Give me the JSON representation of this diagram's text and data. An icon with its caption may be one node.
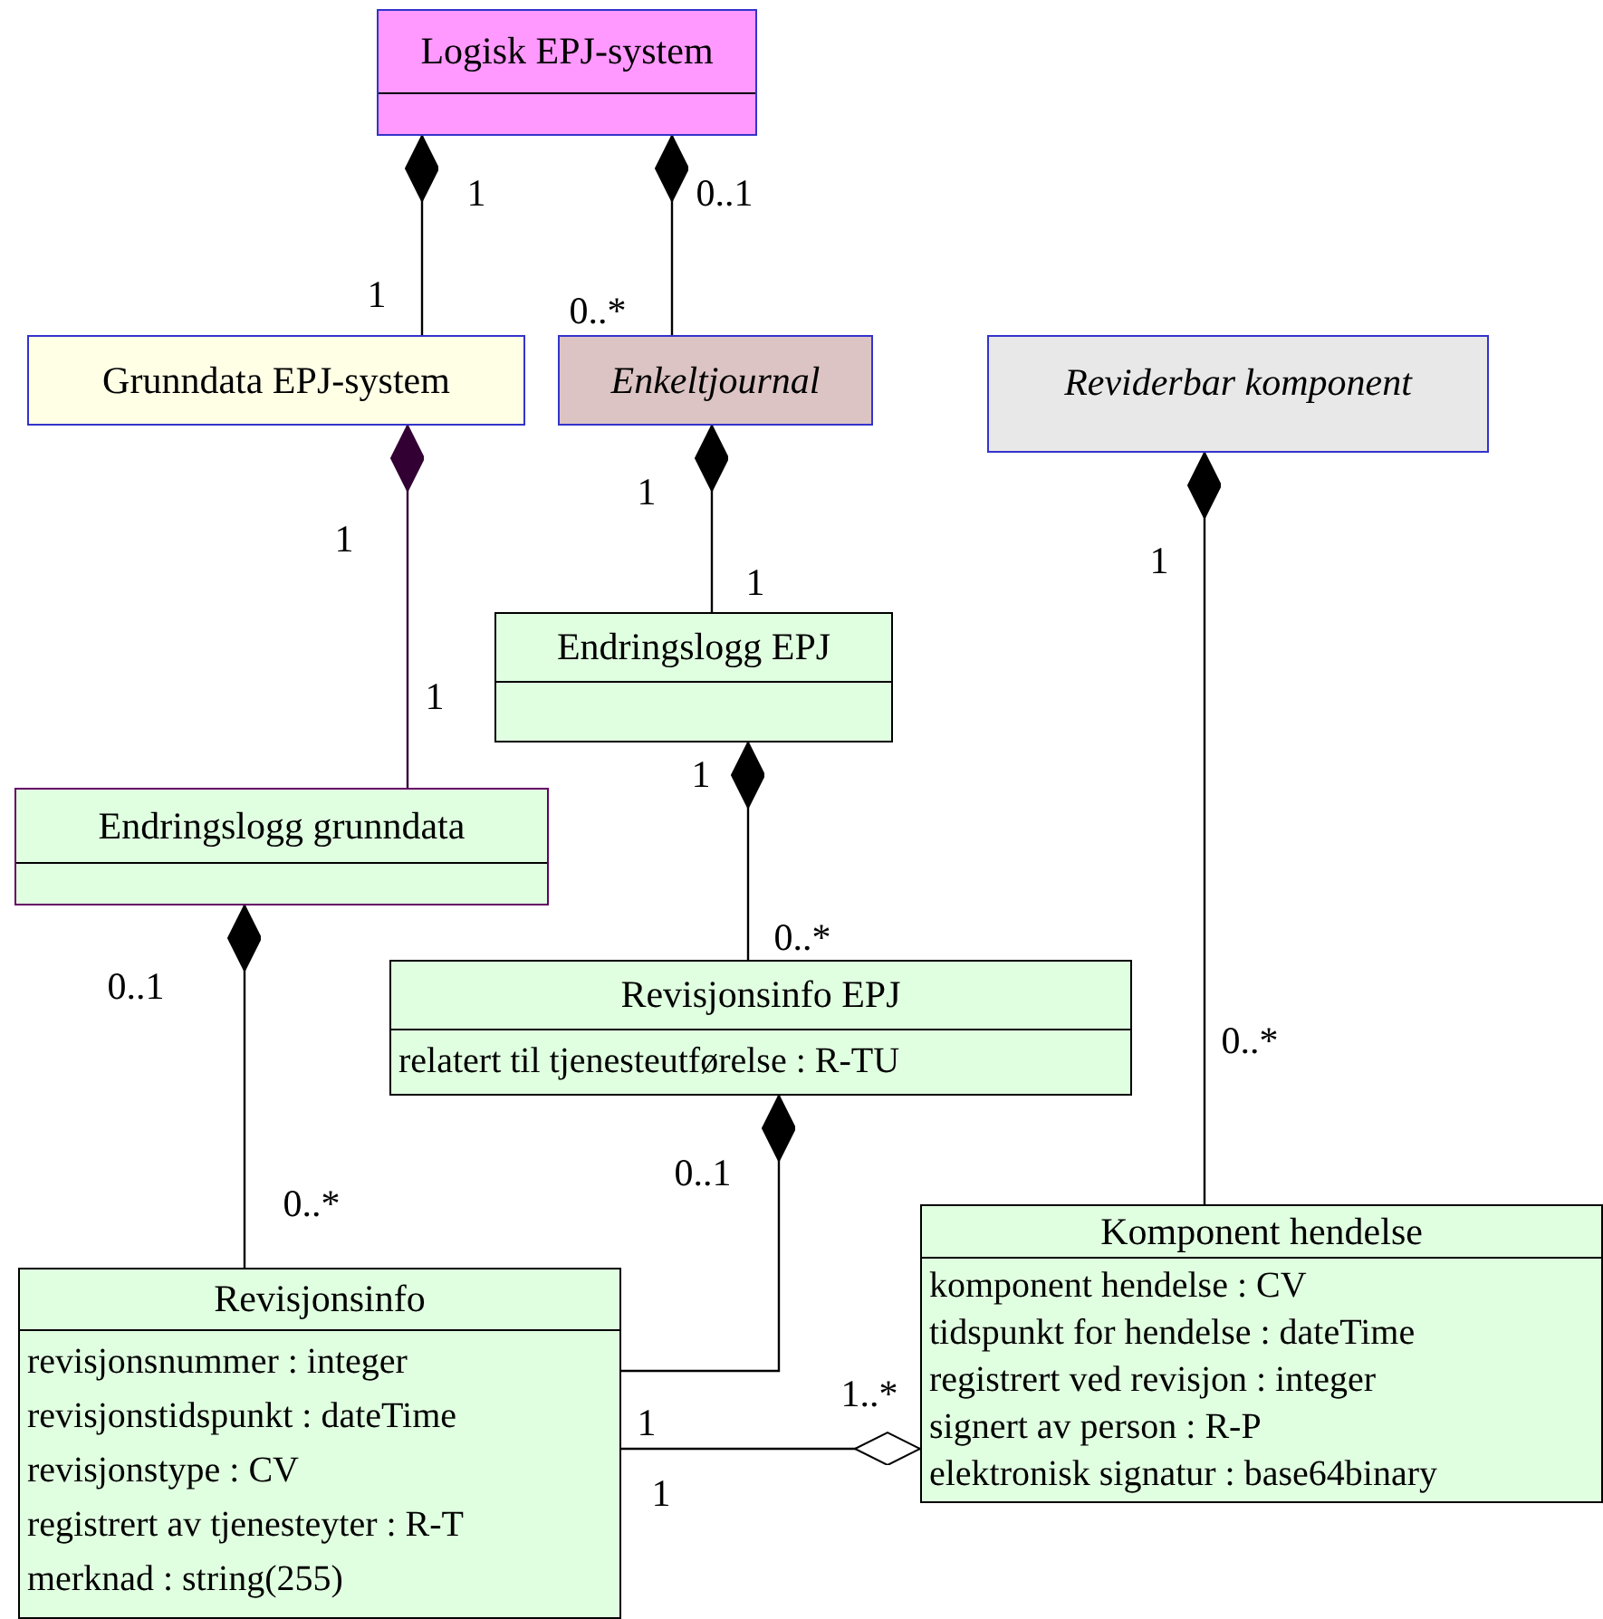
{
  "diagram": {
    "nodes": [
      {
        "text": [
          "Logisk EPJ-system"
        ]
      },
      {
        "text": [
          "Grunndata EPJ-system"
        ]
      },
      {
        "text": [
          "Enkeltjournal"
        ]
      },
      {
        "text": [
          "Reviderbar komponent"
        ]
      },
      {
        "text": [
          "Endringslogg EPJ"
        ]
      },
      {
        "text": [
          "Endringslogg grunndata"
        ]
      },
      {
        "text": [
          "Revisjonsinfo EPJ",
          "relatert til tjenesteutførelse : R-TU"
        ]
      },
      {
        "text": [
          "Revisjonsinfo",
          "revisjonsnummer : integer",
          "revisjonstidspunkt : dateTime",
          "revisjonstype : CV",
          "registrert av tjenesteyter : R-T",
          "merknad : string(255)"
        ]
      },
      {
        "text": [
          "Komponent hendelse",
          "komponent hendelse : CV",
          "tidspunkt for hendelse : dateTime",
          "registrert ved revisjon : integer",
          "signert av person : R-P",
          "elektronisk signatur : base64binary"
        ]
      }
    ],
    "edges": [
      {
        "from": 0,
        "to": 1,
        "arrow": "other"
      },
      {
        "from": 0,
        "to": 2,
        "arrow": "other"
      },
      {
        "from": 1,
        "to": 5,
        "arrow": "other",
        "color": "#330033"
      },
      {
        "from": 2,
        "to": 4,
        "arrow": "other"
      },
      {
        "from": 3,
        "to": 8,
        "arrow": "other"
      },
      {
        "from": 4,
        "to": 6,
        "arrow": "other"
      },
      {
        "from": 5,
        "to": 7,
        "arrow": "other"
      },
      {
        "from": 6,
        "to": 7,
        "arrow": "other"
      },
      {
        "from": 8,
        "to": 7,
        "arrow": "other"
      }
    ],
    "labels": [
      "1",
      "0..1",
      "1",
      "0..*",
      "1",
      "1",
      "1",
      "1",
      "1",
      "1",
      "0..*",
      "0..1",
      "0..*",
      "0..1",
      "0..*",
      "1..*",
      "1",
      "1"
    ]
  }
}
